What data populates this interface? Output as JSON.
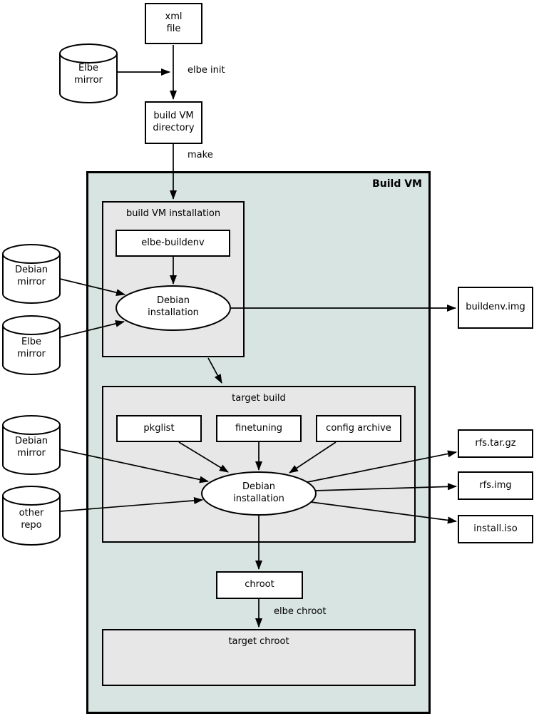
{
  "colors": {
    "container_fill": "#d7e4e1",
    "inner_box_fill": "#e7e7e7",
    "node_fill": "#ffffff",
    "stroke": "#000000",
    "page_bg": "#ffffff"
  },
  "nodes": {
    "xml_file": "xml\nfile",
    "elbe_mirror_top": "Elbe\nmirror",
    "build_vm_directory": "build VM\ndirectory",
    "build_vm_label": "Build VM",
    "build_vm_installation_title": "build VM installation",
    "elbe_buildenv": "elbe-buildenv",
    "debian_installation_1": "Debian\ninstallation",
    "buildenv_img": "buildenv.img",
    "debian_mirror_1": "Debian\nmirror",
    "elbe_mirror_2": "Elbe\nmirror",
    "target_build_title": "target build",
    "pkglist": "pkglist",
    "finetuning": "finetuning",
    "config_archive": "config archive",
    "debian_installation_2": "Debian\ninstallation",
    "debian_mirror_2": "Debian\nmirror",
    "other_repo": "other\nrepo",
    "rfs_tar_gz": "rfs.tar.gz",
    "rfs_img": "rfs.img",
    "install_iso": "install.iso",
    "chroot": "chroot",
    "target_chroot_title": "target chroot"
  },
  "edge_labels": {
    "elbe_init": "elbe init",
    "make": "make",
    "elbe_chroot": "elbe chroot"
  }
}
